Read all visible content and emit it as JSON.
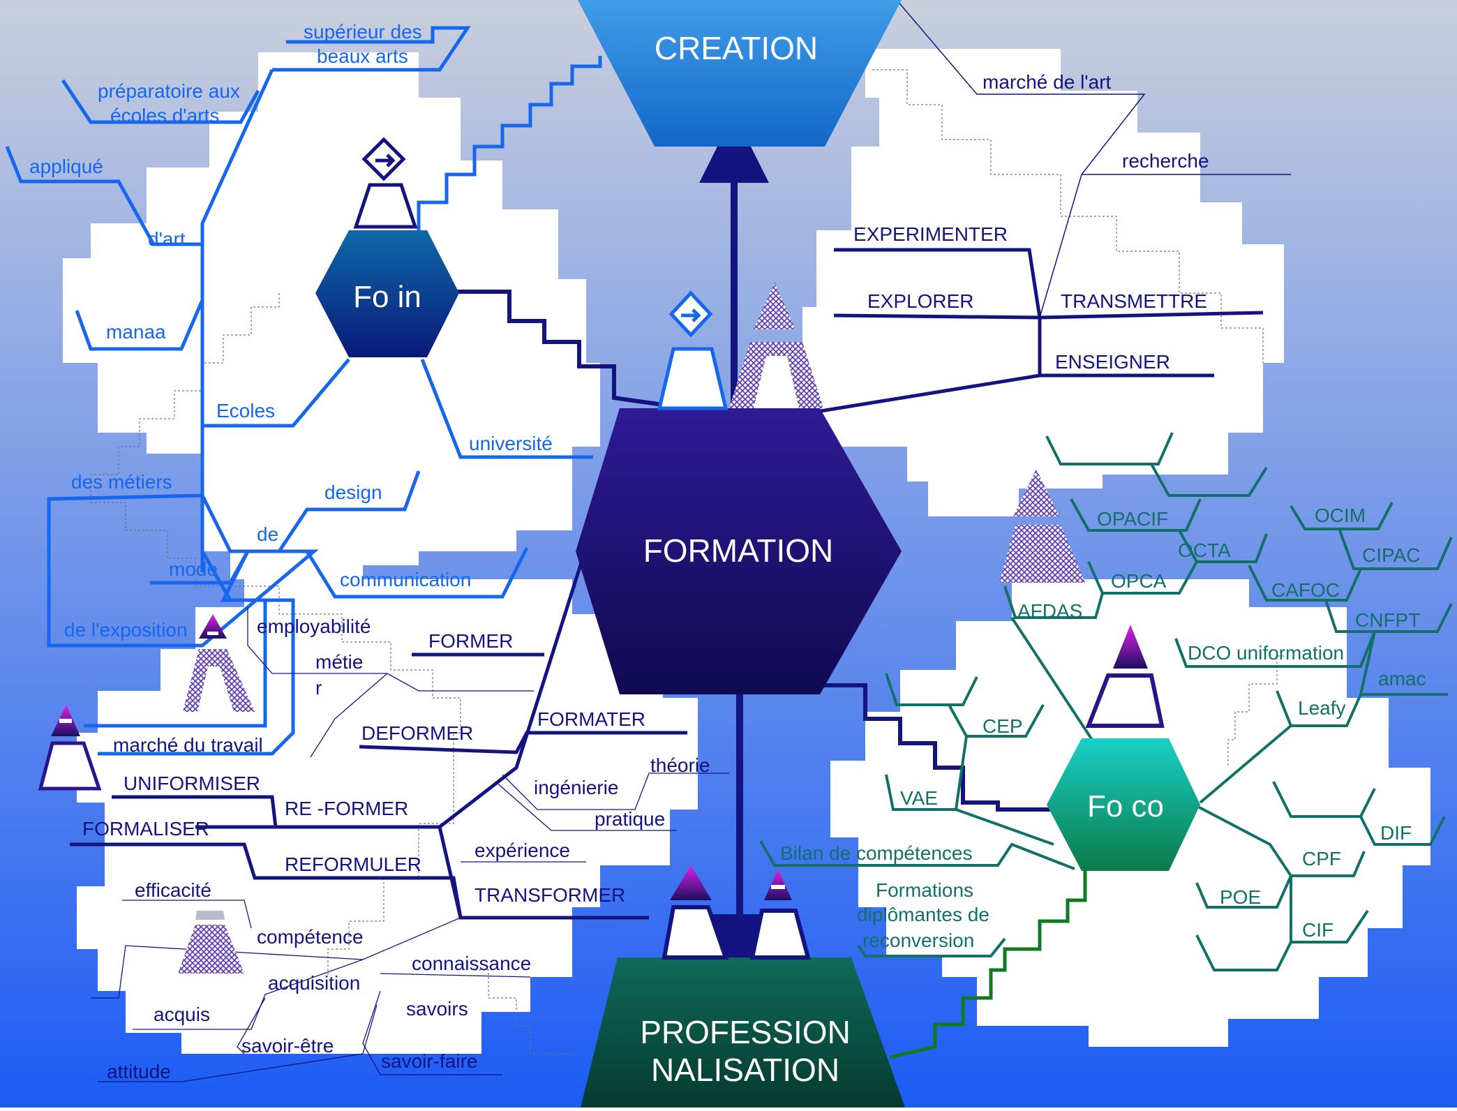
{
  "colors": {
    "bg_top": "#c9cfdc",
    "bg_bottom": "#1c5cf5",
    "navy": "#141480",
    "blue": "#1666ee",
    "teal": "#127068",
    "green": "#0f7a20",
    "cloud": "#ffffff"
  },
  "nodes": {
    "formation": "FORMATION",
    "creation": "CREATION",
    "profession_1": "PROFESSION",
    "profession_2": "NALISATION",
    "fo_in": "Fo in",
    "fo_co": "Fo co"
  },
  "labels": {
    "top_left": [
      "supérieur des",
      "beaux arts",
      "préparatoire aux",
      "écoles d'arts",
      "appliqué",
      "d'art",
      "manaa",
      "Ecoles",
      "université",
      "des métiers",
      "design",
      "de",
      "mode",
      "communication",
      "de l'exposition"
    ],
    "top_right": [
      "marché de l'art",
      "recherche",
      "EXPERIMENTER",
      "EXPLORER",
      "TRANSMETTRE",
      "ENSEIGNER"
    ],
    "bottom_left": [
      "employabilité",
      "métie",
      "r",
      "FORMER",
      "marché du travail",
      "DEFORMER",
      "FORMATER",
      "UNIFORMISER",
      "théorie",
      "ingénierie",
      "RE -FORMER",
      "pratique",
      "FORMALISER",
      "expérience",
      "REFORMULER",
      "TRANSFORMER",
      "efficacité",
      "compétence",
      "connaissance",
      "acquisition",
      "acquis",
      "savoirs",
      "savoir-être",
      "savoir-faire",
      "attitude"
    ],
    "bottom_right": [
      "OPACIF",
      "OCIM",
      "OCTA",
      "CIPAC",
      "OPCA",
      "CAFOC",
      "AFDAS",
      "CNFPT",
      "DCO uniformation",
      "amac",
      "Leafy",
      "CEP",
      "VAE",
      "Bilan de compétences",
      "Formations",
      "diplômantes de",
      "reconversion",
      "DIF",
      "CPF",
      "POE",
      "CIF"
    ]
  }
}
